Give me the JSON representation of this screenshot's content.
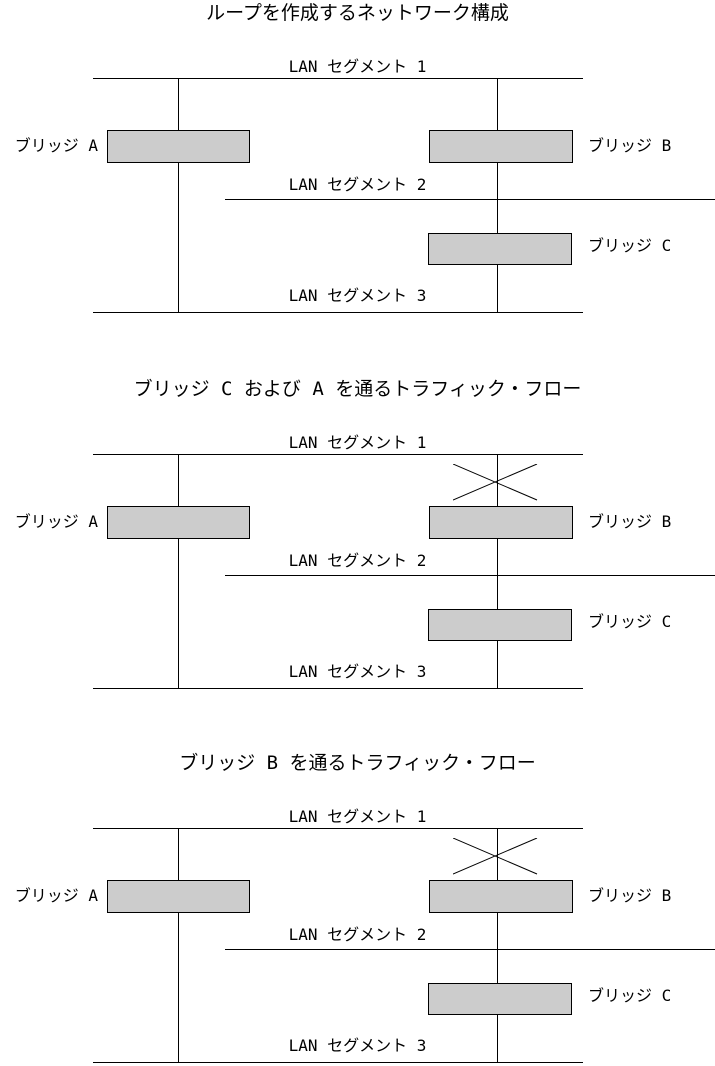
{
  "figure": {
    "background_color": "#ffffff",
    "line_color": "#000000",
    "bridge_box_fill": "#cccccc",
    "bridge_box_border": "#000000"
  },
  "diagrams": [
    {
      "title": "ループを作成するネットワーク構成",
      "segment1": "LAN セグメント 1",
      "segment2": "LAN セグメント 2",
      "segment3": "LAN セグメント 3",
      "bridge_a": "ブリッジ A",
      "bridge_b": "ブリッジ B",
      "bridge_c": "ブリッジ C",
      "blocked_link_above_bridge_b": false
    },
    {
      "title": "ブリッジ C および A を通るトラフィック・フロー",
      "segment1": "LAN セグメント 1",
      "segment2": "LAN セグメント 2",
      "segment3": "LAN セグメント 3",
      "bridge_a": "ブリッジ A",
      "bridge_b": "ブリッジ B",
      "bridge_c": "ブリッジ C",
      "blocked_link_above_bridge_b": true
    },
    {
      "title": "ブリッジ B を通るトラフィック・フロー",
      "segment1": "LAN セグメント 1",
      "segment2": "LAN セグメント 2",
      "segment3": "LAN セグメント 3",
      "bridge_a": "ブリッジ A",
      "bridge_b": "ブリッジ B",
      "bridge_c": "ブリッジ C",
      "blocked_link_above_bridge_b": true
    }
  ]
}
